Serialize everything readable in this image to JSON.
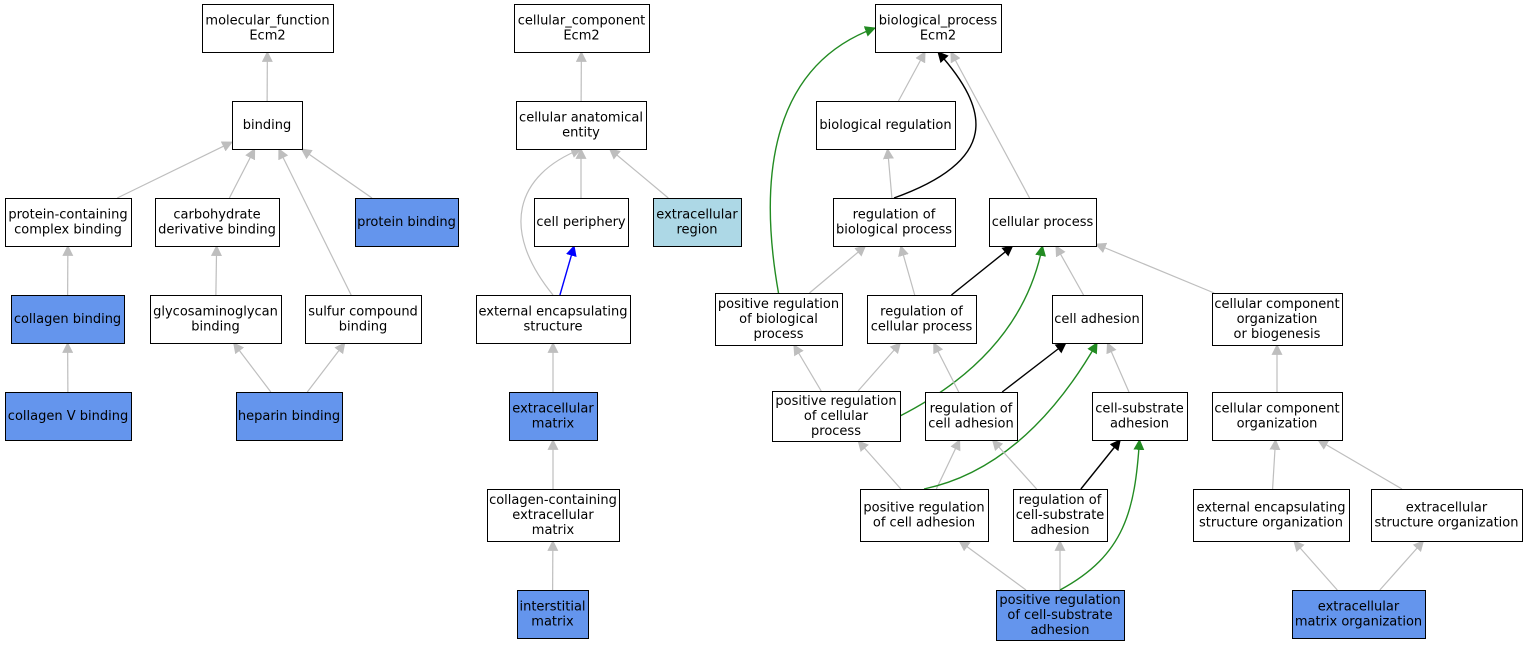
{
  "colors": {
    "node_default": "#ffffff",
    "node_highlight": "#6495ed",
    "node_light": "#add8e6",
    "edge_is_a": "#bebebe",
    "edge_part_of": "#0000ff",
    "edge_regulates": "#000000",
    "edge_positively_regulates": "#228b22"
  },
  "nodes": [
    {
      "id": "mf",
      "lines": [
        "molecular_function",
        "Ecm2"
      ],
      "fill": "node_default"
    },
    {
      "id": "binding",
      "lines": [
        "binding"
      ],
      "fill": "node_default"
    },
    {
      "id": "pcb",
      "lines": [
        "protein-containing",
        "complex binding"
      ],
      "fill": "node_default"
    },
    {
      "id": "cdb",
      "lines": [
        "carbohydrate",
        "derivative binding"
      ],
      "fill": "node_default"
    },
    {
      "id": "pb",
      "lines": [
        "protein binding"
      ],
      "fill": "node_highlight"
    },
    {
      "id": "colb",
      "lines": [
        "collagen binding"
      ],
      "fill": "node_highlight"
    },
    {
      "id": "gagb",
      "lines": [
        "glycosaminoglycan",
        "binding"
      ],
      "fill": "node_default"
    },
    {
      "id": "scb",
      "lines": [
        "sulfur compound",
        "binding"
      ],
      "fill": "node_default"
    },
    {
      "id": "col5",
      "lines": [
        "collagen V binding"
      ],
      "fill": "node_highlight"
    },
    {
      "id": "hep",
      "lines": [
        "heparin binding"
      ],
      "fill": "node_highlight"
    },
    {
      "id": "cc",
      "lines": [
        "cellular_component",
        "Ecm2"
      ],
      "fill": "node_default"
    },
    {
      "id": "cae",
      "lines": [
        "cellular anatomical",
        "entity"
      ],
      "fill": "node_default"
    },
    {
      "id": "cp",
      "lines": [
        "cell periphery"
      ],
      "fill": "node_default"
    },
    {
      "id": "exr",
      "lines": [
        "extracellular",
        "region"
      ],
      "fill": "node_light"
    },
    {
      "id": "ees",
      "lines": [
        "external encapsulating",
        "structure"
      ],
      "fill": "node_default"
    },
    {
      "id": "ecm",
      "lines": [
        "extracellular",
        "matrix"
      ],
      "fill": "node_highlight"
    },
    {
      "id": "ccecm",
      "lines": [
        "collagen-containing",
        "extracellular",
        "matrix"
      ],
      "fill": "node_default"
    },
    {
      "id": "im",
      "lines": [
        "interstitial",
        "matrix"
      ],
      "fill": "node_highlight"
    },
    {
      "id": "bp",
      "lines": [
        "biological_process",
        "Ecm2"
      ],
      "fill": "node_default"
    },
    {
      "id": "breg",
      "lines": [
        "biological regulation"
      ],
      "fill": "node_default"
    },
    {
      "id": "rbp",
      "lines": [
        "regulation of",
        "biological process"
      ],
      "fill": "node_default"
    },
    {
      "id": "cpr",
      "lines": [
        "cellular process"
      ],
      "fill": "node_default"
    },
    {
      "id": "prbp",
      "lines": [
        "positive regulation",
        "of biological",
        "process"
      ],
      "fill": "node_default"
    },
    {
      "id": "rcp",
      "lines": [
        "regulation of",
        "cellular process"
      ],
      "fill": "node_default"
    },
    {
      "id": "ca",
      "lines": [
        "cell adhesion"
      ],
      "fill": "node_default"
    },
    {
      "id": "ccob",
      "lines": [
        "cellular component",
        "organization",
        "or biogenesis"
      ],
      "fill": "node_default"
    },
    {
      "id": "prcp",
      "lines": [
        "positive regulation",
        "of cellular",
        "process"
      ],
      "fill": "node_default"
    },
    {
      "id": "rca",
      "lines": [
        "regulation of",
        "cell adhesion"
      ],
      "fill": "node_default"
    },
    {
      "id": "csa",
      "lines": [
        "cell-substrate",
        "adhesion"
      ],
      "fill": "node_default"
    },
    {
      "id": "cco",
      "lines": [
        "cellular component",
        "organization"
      ],
      "fill": "node_default"
    },
    {
      "id": "prca",
      "lines": [
        "positive regulation",
        "of cell adhesion"
      ],
      "fill": "node_default"
    },
    {
      "id": "rcsa",
      "lines": [
        "regulation of",
        "cell-substrate",
        "adhesion"
      ],
      "fill": "node_default"
    },
    {
      "id": "eeso",
      "lines": [
        "external encapsulating",
        "structure organization"
      ],
      "fill": "node_default"
    },
    {
      "id": "eso",
      "lines": [
        "extracellular",
        "structure organization"
      ],
      "fill": "node_default"
    },
    {
      "id": "prcsa",
      "lines": [
        "positive regulation",
        "of cell-substrate",
        "adhesion"
      ],
      "fill": "node_highlight"
    },
    {
      "id": "ecmo",
      "lines": [
        "extracellular",
        "matrix organization"
      ],
      "fill": "node_highlight"
    }
  ],
  "edges": [
    {
      "from": "binding",
      "to": "mf",
      "type": "is_a"
    },
    {
      "from": "pcb",
      "to": "binding",
      "type": "is_a"
    },
    {
      "from": "cdb",
      "to": "binding",
      "type": "is_a"
    },
    {
      "from": "pb",
      "to": "binding",
      "type": "is_a"
    },
    {
      "from": "scb",
      "to": "binding",
      "type": "is_a"
    },
    {
      "from": "colb",
      "to": "pcb",
      "type": "is_a"
    },
    {
      "from": "gagb",
      "to": "cdb",
      "type": "is_a"
    },
    {
      "from": "col5",
      "to": "colb",
      "type": "is_a"
    },
    {
      "from": "hep",
      "to": "gagb",
      "type": "is_a"
    },
    {
      "from": "hep",
      "to": "scb",
      "type": "is_a"
    },
    {
      "from": "cae",
      "to": "cc",
      "type": "is_a"
    },
    {
      "from": "cp",
      "to": "cae",
      "type": "is_a"
    },
    {
      "from": "exr",
      "to": "cae",
      "type": "is_a"
    },
    {
      "from": "ees",
      "to": "cae",
      "type": "is_a"
    },
    {
      "from": "ees",
      "to": "cp",
      "type": "part_of"
    },
    {
      "from": "ecm",
      "to": "ees",
      "type": "is_a"
    },
    {
      "from": "ccecm",
      "to": "ecm",
      "type": "is_a"
    },
    {
      "from": "im",
      "to": "ccecm",
      "type": "is_a"
    },
    {
      "from": "breg",
      "to": "bp",
      "type": "is_a"
    },
    {
      "from": "cpr",
      "to": "bp",
      "type": "is_a"
    },
    {
      "from": "rbp",
      "to": "bp",
      "type": "regulates"
    },
    {
      "from": "prbp",
      "to": "bp",
      "type": "positively_regulates"
    },
    {
      "from": "rbp",
      "to": "breg",
      "type": "is_a"
    },
    {
      "from": "prbp",
      "to": "rbp",
      "type": "is_a"
    },
    {
      "from": "rcp",
      "to": "rbp",
      "type": "is_a"
    },
    {
      "from": "rcp",
      "to": "cpr",
      "type": "regulates"
    },
    {
      "from": "ca",
      "to": "cpr",
      "type": "is_a"
    },
    {
      "from": "ccob",
      "to": "cpr",
      "type": "is_a"
    },
    {
      "from": "prcp",
      "to": "prbp",
      "type": "is_a"
    },
    {
      "from": "prcp",
      "to": "rcp",
      "type": "is_a"
    },
    {
      "from": "prcp",
      "to": "cpr",
      "type": "positively_regulates"
    },
    {
      "from": "rca",
      "to": "rcp",
      "type": "is_a"
    },
    {
      "from": "rca",
      "to": "ca",
      "type": "regulates"
    },
    {
      "from": "csa",
      "to": "ca",
      "type": "is_a"
    },
    {
      "from": "cco",
      "to": "ccob",
      "type": "is_a"
    },
    {
      "from": "prca",
      "to": "prcp",
      "type": "is_a"
    },
    {
      "from": "prca",
      "to": "rca",
      "type": "is_a"
    },
    {
      "from": "prca",
      "to": "ca",
      "type": "positively_regulates"
    },
    {
      "from": "rcsa",
      "to": "rca",
      "type": "is_a"
    },
    {
      "from": "rcsa",
      "to": "csa",
      "type": "regulates"
    },
    {
      "from": "eeso",
      "to": "cco",
      "type": "is_a"
    },
    {
      "from": "eso",
      "to": "cco",
      "type": "is_a"
    },
    {
      "from": "prcsa",
      "to": "prca",
      "type": "is_a"
    },
    {
      "from": "prcsa",
      "to": "rcsa",
      "type": "is_a"
    },
    {
      "from": "prcsa",
      "to": "csa",
      "type": "positively_regulates"
    },
    {
      "from": "ecmo",
      "to": "eeso",
      "type": "is_a"
    },
    {
      "from": "ecmo",
      "to": "eso",
      "type": "is_a"
    }
  ]
}
